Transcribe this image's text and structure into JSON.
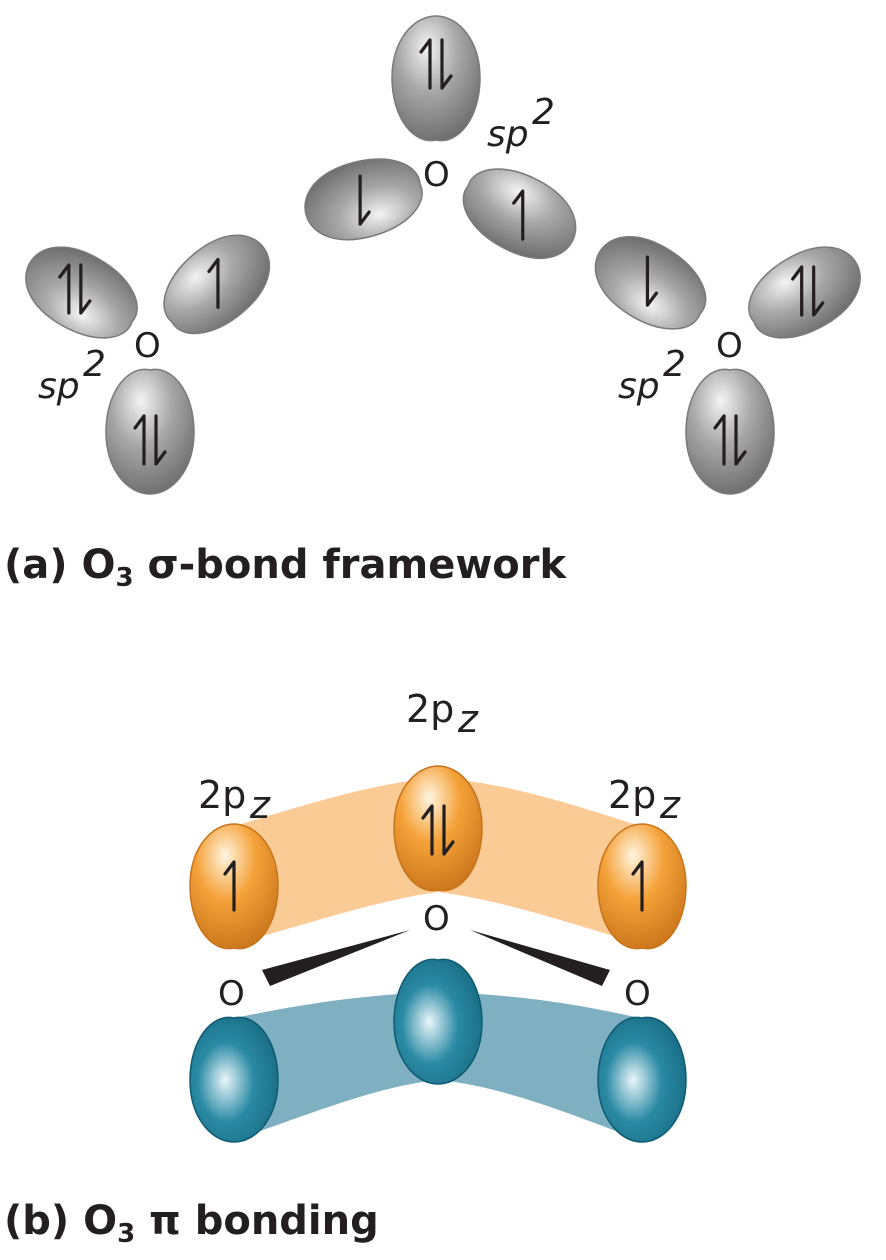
{
  "panel_a": {
    "caption_prefix": "(a) O",
    "caption_subscript": "3",
    "caption_suffix": " σ-bond framework",
    "atom_center": "O",
    "atom_left": "O",
    "atom_right": "O",
    "hyb_center": "sp",
    "hyb_left": "sp",
    "hyb_right": "sp",
    "hyb_superscript": "2",
    "colors": {
      "lobe_light": "#f4f4f4",
      "lobe_mid": "#a8a8a8",
      "lobe_dark": "#6a6a6a",
      "lobe_edge": "#7a7a7a"
    }
  },
  "panel_b": {
    "caption_prefix": "(b) O",
    "caption_subscript": "3",
    "caption_suffix": " π bonding",
    "orbital_label_main": "2p",
    "orbital_label_sub": "z",
    "atom_center": "O",
    "atom_left": "O",
    "atom_right": "O",
    "colors": {
      "upper_band": "#fbcb95",
      "lower_band": "#7eb0c2",
      "orange_light": "#fff5e0",
      "orange_mid": "#f5a23a",
      "orange_dark": "#c8741a",
      "teal_light": "#eaf6fa",
      "teal_mid": "#2a8aa4",
      "teal_dark": "#0f5b72",
      "wedge": "#231f20"
    }
  }
}
